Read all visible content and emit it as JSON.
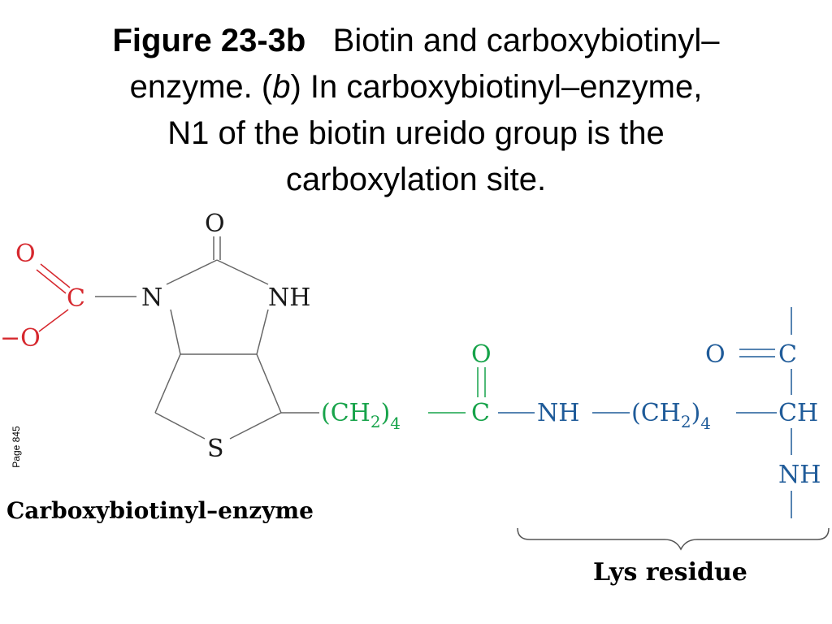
{
  "title": {
    "label": "Figure 23-3b",
    "line1": "Biotin and carboxybiotinyl–",
    "line2_a": "enzyme. (",
    "line2_b": "b",
    "line2_c": ") In carboxybiotinyl–enzyme,",
    "line3": "N1 of the biotin ureido group is the",
    "line4": "carboxylation site."
  },
  "page_note": "Page 845",
  "structure": {
    "carboxyl": {
      "o_top": "O",
      "c": "C",
      "o_bottom": "−O"
    },
    "ring": {
      "o": "O",
      "n": "N",
      "nh": "NH",
      "s": "S"
    },
    "chain": {
      "ch2_1": "(CH",
      "sub2_1": "2",
      "close_1": ")",
      "sub4_1": "4",
      "o_amide": "O",
      "c_amide": "C",
      "nh_link": "NH",
      "ch2_2": "(CH",
      "sub2_2": "2",
      "close_2": ")",
      "sub4_2": "4",
      "o_backbone": "O",
      "c_backbone": "C",
      "ch_alpha": "CH",
      "nh_backbone": "NH"
    }
  },
  "captions": {
    "main": "Carboxybiotinyl–enzyme",
    "lys": "Lys residue"
  },
  "colors": {
    "carboxyl": "#d6282e",
    "biotin": "#1a1a1a",
    "valerate": "#17a34a",
    "lysine": "#1f5b99"
  }
}
